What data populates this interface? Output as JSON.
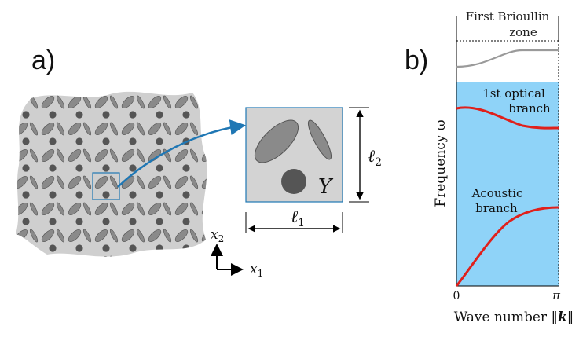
{
  "panel_a": {
    "label": "a)",
    "cell_label": "Y",
    "dim_horizontal": "ℓ",
    "dim_horizontal_sub": "1",
    "dim_vertical": "ℓ",
    "dim_vertical_sub": "2",
    "axis_x": "x",
    "axis_x_sub": "1",
    "axis_y": "x",
    "axis_y_sub": "2"
  },
  "panel_b": {
    "label": "b)",
    "zone_label_line1": "First Brioullin",
    "zone_label_line2": "zone",
    "optical_label_line1": "1st optical",
    "optical_label_line2": "branch",
    "acoustic_label_line1": "Acoustic",
    "acoustic_label_line2": "branch",
    "y_axis_label": "Frequency ω",
    "x_axis_label_text": "Wave number ",
    "x_axis_label_norm_open": "‖",
    "x_axis_label_k": "k",
    "x_axis_label_norm_close": "‖",
    "x_tick_start": "0",
    "x_tick_end": "π"
  },
  "colors": {
    "bandgap_fill": "#8fd3f8",
    "branch_red": "#e0201b",
    "upper_branch_gray": "#9a9a9a",
    "arrow_blue": "#1f77b4",
    "material_gray": "#cfcfcf",
    "inclusion_dark": "#555555",
    "inclusion_ellipse": "#8a8a8a"
  }
}
